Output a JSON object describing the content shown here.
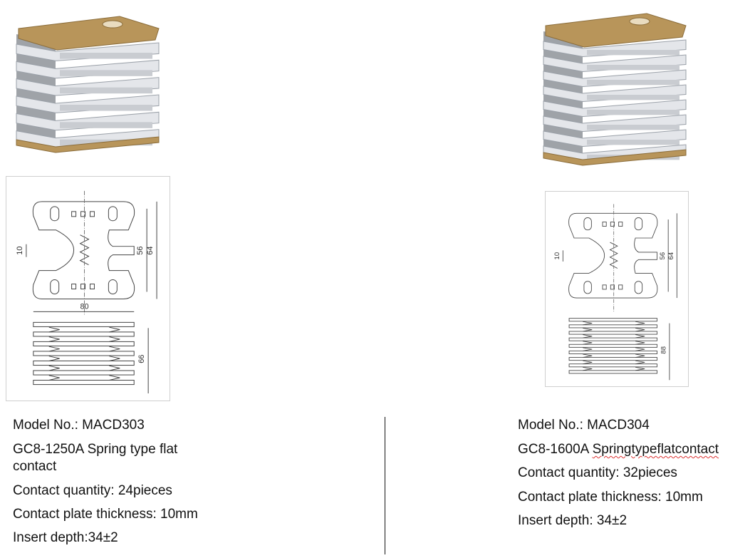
{
  "products": [
    {
      "model": "Model No.: MACD303",
      "name_line1": "GC8-1250A Spring type flat",
      "name_line2": "contact",
      "quantity": "Contact quantity: 24pieces",
      "thickness": "Contact plate thickness: 10mm",
      "depth": "Insert depth:34±2",
      "plates": 6,
      "dims": {
        "gap": "10",
        "inner": "56",
        "outer": "64",
        "width": "80",
        "height": "66"
      }
    },
    {
      "model": "Model No.: MACD304",
      "name_prefix": "GC8-1600A ",
      "name_rest": "Springtypeflatcontact",
      "quantity": "Contact quantity: 32pieces",
      "thickness": "Contact plate thickness: 10mm",
      "depth": "Insert depth: 34±2",
      "plates": 8,
      "dims": {
        "gap": "10",
        "inner": "56",
        "outer": "64",
        "height": "88"
      }
    }
  ],
  "colors": {
    "brass": "#b8955a",
    "plate": "#e4e6ea",
    "line": "#444444"
  }
}
